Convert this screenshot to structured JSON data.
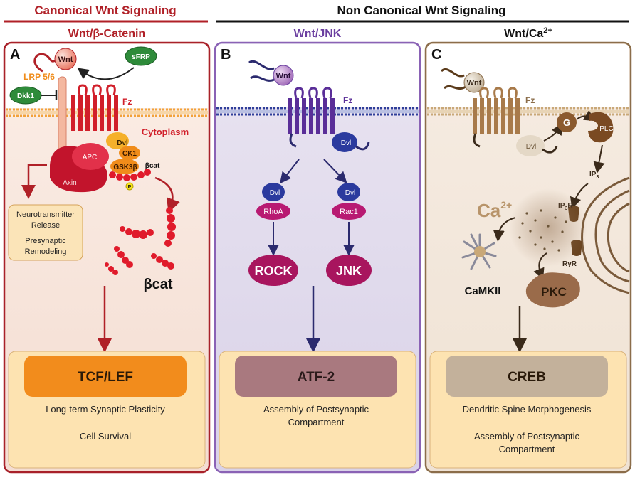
{
  "headers": {
    "canonical": "Canonical Wnt Signaling",
    "non_canonical": "Non Canonical Wnt Signaling"
  },
  "panels": {
    "a": {
      "letter": "A",
      "subtitle": "Wnt/β-Catenin",
      "labels": {
        "wnt": "Wnt",
        "sfrp": "sFRP",
        "lrp": "LRP 5/6",
        "dkk1": "Dkk1",
        "fz": "Fz",
        "cytoplasm": "Cytoplasm",
        "dvl": "Dvl",
        "apc": "APC",
        "ck1": "CK1",
        "gsk3b": "GSK3β",
        "bcat_small": "βcat",
        "axin": "Axin",
        "p": "P",
        "bcat_big": "βcat"
      },
      "note_box": {
        "line1": "Neurotransmitter",
        "line2": "Release",
        "line3": "Presynaptic",
        "line4": "Remodeling"
      },
      "target": "TCF/LEF",
      "outcomes": {
        "line1": "Long-term Synaptic Plasticity",
        "line2": "Cell Survival"
      },
      "colors": {
        "border": "#a8212a",
        "target": "#f28c1c"
      }
    },
    "b": {
      "letter": "B",
      "subtitle": "Wnt/JNK",
      "labels": {
        "wnt": "Wnt",
        "fz": "Fz",
        "dvl": "Dvl",
        "dvl_left": "Dvl",
        "dvl_right": "Dvl",
        "rhoa": "RhoA",
        "rac1": "Rac1",
        "rock": "ROCK",
        "jnk": "JNK"
      },
      "target": "ATF-2",
      "outcomes": {
        "line1": "Assembly of Postsynaptic",
        "line2": "Compartment"
      },
      "colors": {
        "border": "#7b4fa8",
        "target": "#a9797f"
      }
    },
    "c": {
      "letter": "C",
      "subtitle_main": "Wnt/Ca",
      "subtitle_sup": "2+",
      "labels": {
        "wnt": "Wnt",
        "fz": "Fz",
        "dvl": "Dvl",
        "g": "G",
        "plc": "PLC",
        "ip3": "IP",
        "ip3_sub": "3",
        "ip3r": "IP",
        "ip3r_sub": "3",
        "ip3r_r": "R",
        "ryr": "RyR",
        "ca": "Ca",
        "ca_sup": "2+",
        "camkii": "CaMKII",
        "pkc": "PKC"
      },
      "target": "CREB",
      "outcomes": {
        "line1": "Dendritic Spine Morphogenesis",
        "line2": "Assembly of Postsynaptic",
        "line3": "Compartment"
      },
      "colors": {
        "border": "#8b6d4a",
        "target": "#c3b19b"
      }
    }
  }
}
